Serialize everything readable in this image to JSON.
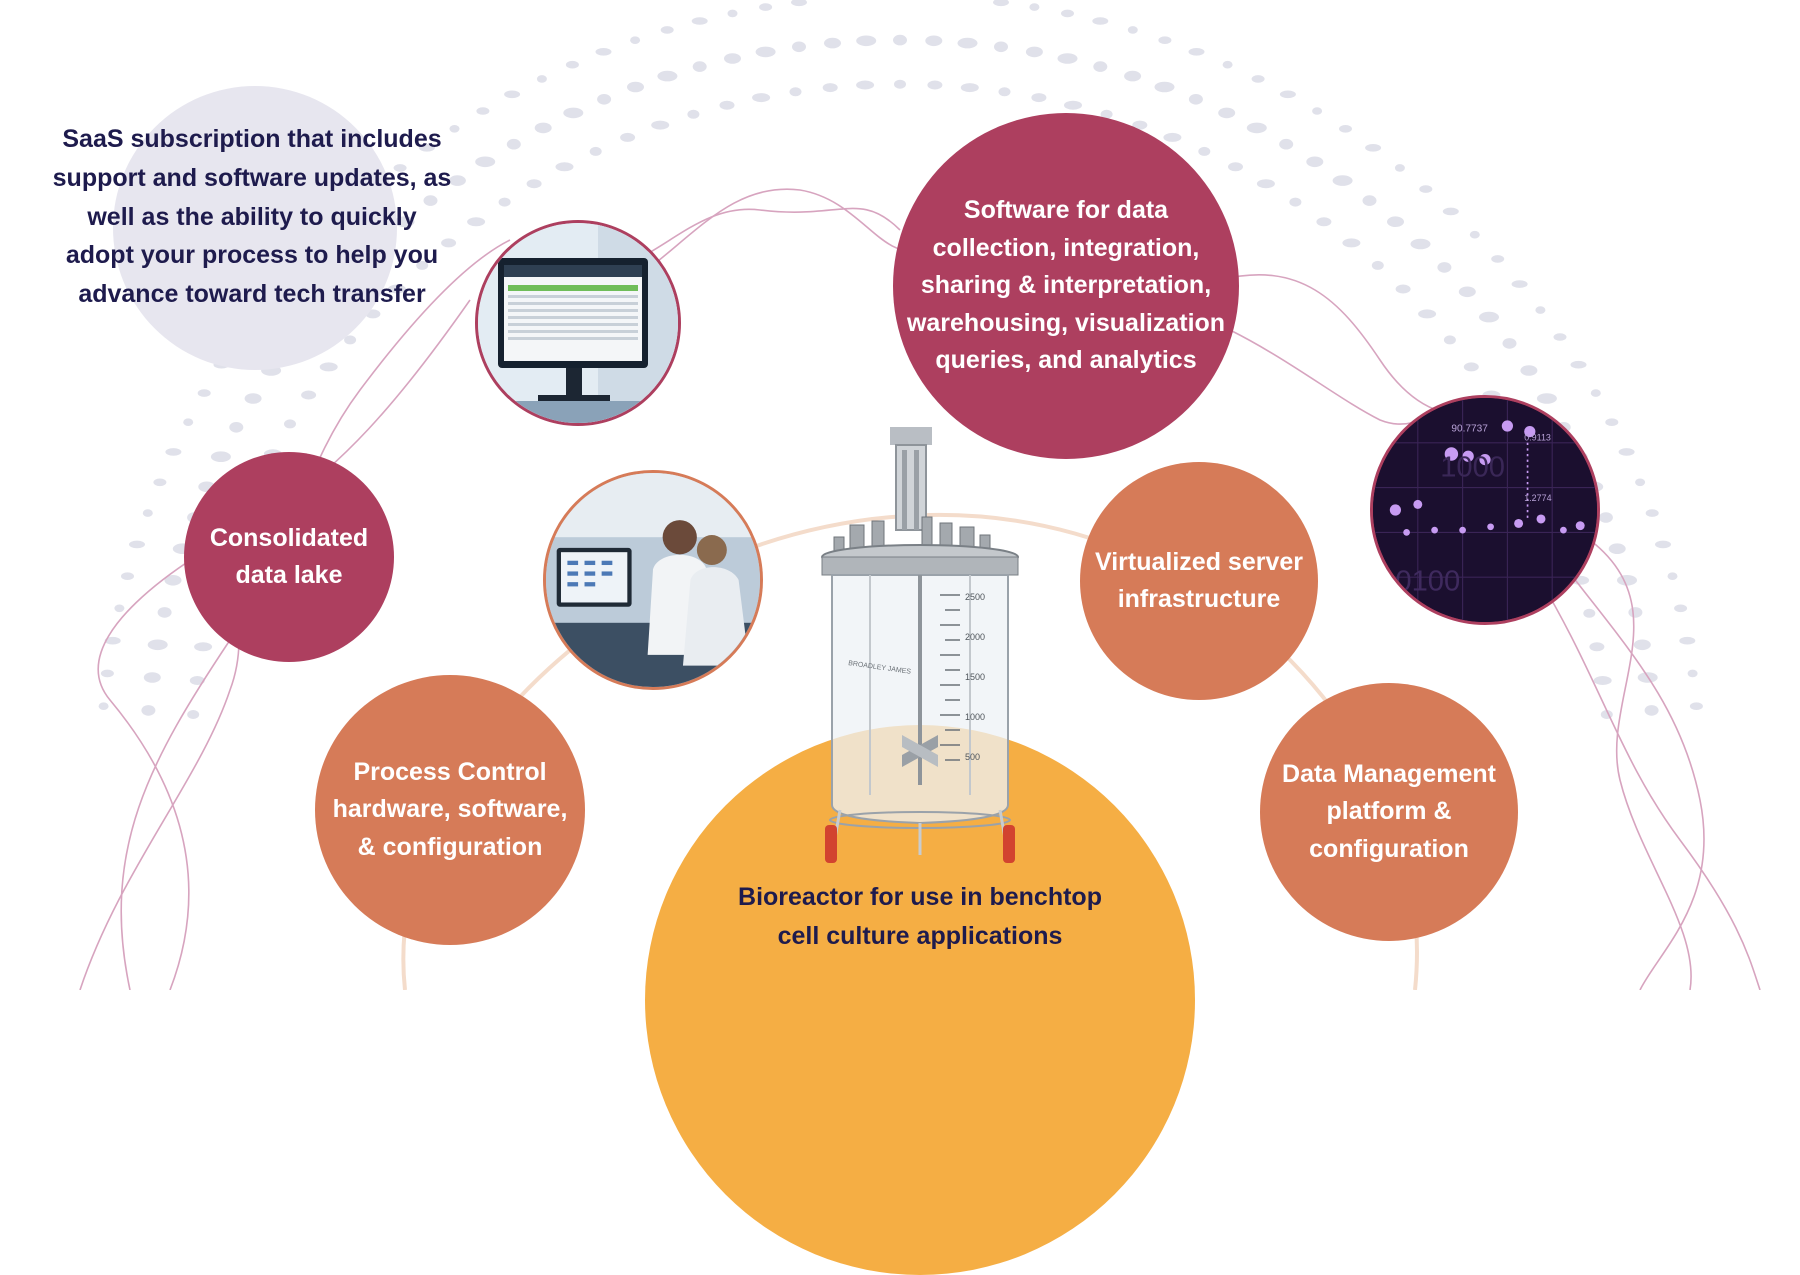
{
  "saas": {
    "text": "SaaS subscription that includes support and software updates, as well as the ability to quickly adopt your process to help you advance toward tech transfer"
  },
  "nodes": {
    "software": "Software for data collection, integration, sharing & interpretation, warehousing, visualization queries, and analytics",
    "data_lake": "Consolidated data lake",
    "virtualized": "Virtualized server infrastructure",
    "process_control": "Process Control hardware, software, & configuration",
    "data_management": "Data Management platform & configuration",
    "bioreactor": "Bioreactor for use in benchtop cell culture applications"
  },
  "bioreactor_image": {
    "brand": "BROADLEY JAMES",
    "scale_marks": [
      "2500",
      "2000",
      "1500",
      "1000",
      "500"
    ]
  },
  "data_viz_image": {
    "numbers": [
      "90.7737",
      "0.9113",
      "1.2774",
      "0100",
      "1000"
    ]
  },
  "colors": {
    "maroon": "#ad3f5f",
    "orange": "#d67b58",
    "gold": "#f5ae44",
    "navy_text": "#1e1b4d",
    "wave_line": "#d7a4bf",
    "dots": "#e0e1ea"
  },
  "icons": {
    "monitor_photo": "dashboard-monitor-photo",
    "lab_photo": "scientists-lab-photo",
    "data_viz_photo": "data-visualization-photo",
    "bioreactor": "bioreactor-vessel-image"
  }
}
